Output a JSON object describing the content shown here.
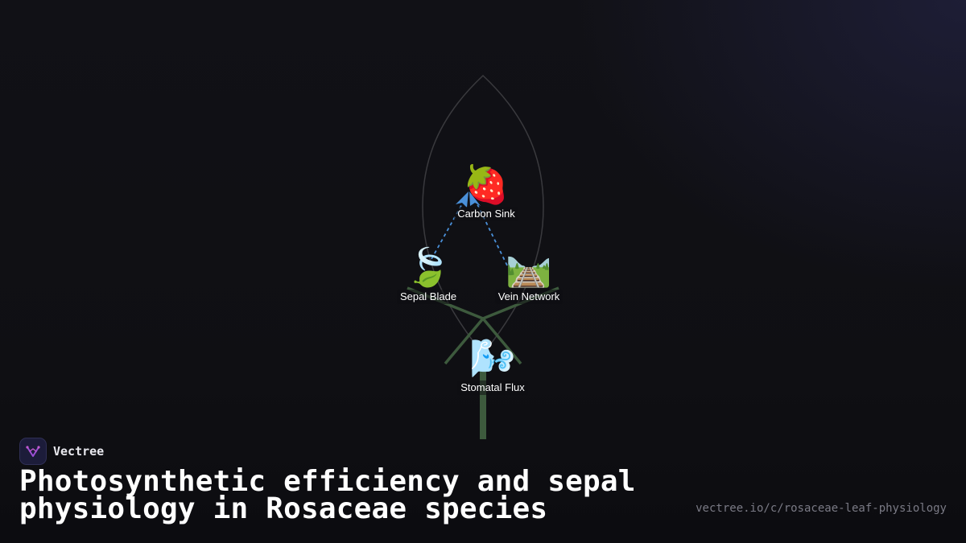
{
  "brand": {
    "name": "Vectree",
    "logo_icon": "vectree-logo-icon"
  },
  "title": "Photosynthetic efficiency and sepal physiology in Rosaceae species",
  "url": "vectree.io/c/rosaceae-leaf-physiology",
  "colors": {
    "background": "#0f0f13",
    "leaf_outline": "#3a3a3e",
    "stem": "#3d5a3d",
    "edge": "#4a90d9",
    "label_text": "#ffffff",
    "url_text": "#7a7a85"
  },
  "nodes": [
    {
      "id": "carbon-sink",
      "label": "Carbon Sink",
      "icon": "strawberry-icon",
      "glyph": "🍓"
    },
    {
      "id": "sepal-blade",
      "label": "Sepal Blade",
      "icon": "leaf-icon",
      "glyph": "🍃"
    },
    {
      "id": "vein-network",
      "label": "Vein Network",
      "icon": "railway-track-icon",
      "glyph": "🛤️"
    },
    {
      "id": "stomatal-flux",
      "label": "Stomatal Flux",
      "icon": "wind-face-icon",
      "glyph": "🌬️"
    }
  ],
  "edges": [
    {
      "from": "sepal-blade",
      "to": "carbon-sink",
      "style": "dashed",
      "arrow": true
    },
    {
      "from": "vein-network",
      "to": "carbon-sink",
      "style": "dashed",
      "arrow": true
    }
  ]
}
